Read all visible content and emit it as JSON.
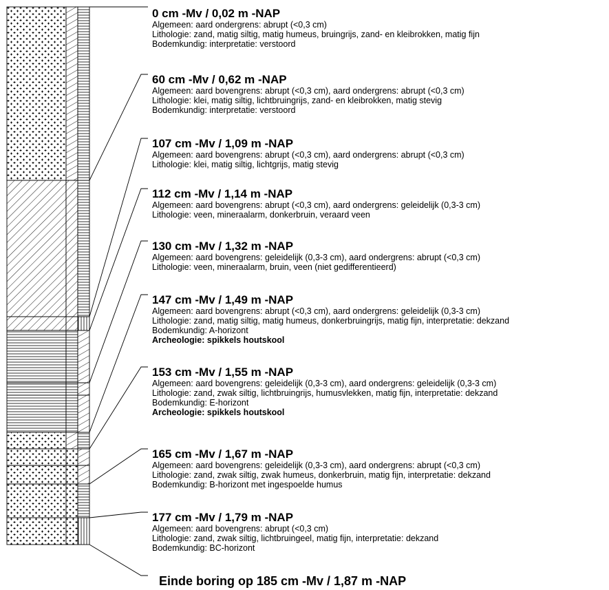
{
  "layers": [
    {
      "depth": "0 cm -Mv / 0,02 m -NAP",
      "lines": [
        {
          "text": "Algemeen: aard ondergrens: abrupt (<0,3 cm)",
          "bold": false
        },
        {
          "text": "Lithologie: zand, matig siltig, matig humeus, bruingrijs, zand- en kleibrokken, matig fijn",
          "bold": false
        },
        {
          "text": "Bodemkundig: interpretatie: verstoord",
          "bold": false
        }
      ]
    },
    {
      "depth": "60 cm -Mv / 0,62 m -NAP",
      "lines": [
        {
          "text": "Algemeen: aard bovengrens: abrupt (<0,3 cm), aard ondergrens: abrupt (<0,3 cm)",
          "bold": false
        },
        {
          "text": "Lithologie: klei, matig siltig, lichtbruingrijs, zand- en kleibrokken, matig stevig",
          "bold": false
        },
        {
          "text": "Bodemkundig: interpretatie: verstoord",
          "bold": false
        }
      ]
    },
    {
      "depth": "107 cm -Mv / 1,09 m -NAP",
      "lines": [
        {
          "text": "Algemeen: aard bovengrens: abrupt (<0,3 cm), aard ondergrens: abrupt (<0,3 cm)",
          "bold": false
        },
        {
          "text": "Lithologie: klei, matig siltig, lichtgrijs, matig stevig",
          "bold": false
        }
      ]
    },
    {
      "depth": "112 cm -Mv / 1,14 m -NAP",
      "lines": [
        {
          "text": "Algemeen: aard bovengrens: abrupt (<0,3 cm), aard ondergrens: geleidelijk (0,3-3 cm)",
          "bold": false
        },
        {
          "text": "Lithologie: veen, mineraalarm, donkerbruin, veraard veen",
          "bold": false
        }
      ]
    },
    {
      "depth": "130 cm -Mv / 1,32 m -NAP",
      "lines": [
        {
          "text": "Algemeen: aard bovengrens: geleidelijk (0,3-3 cm), aard ondergrens: abrupt (<0,3 cm)",
          "bold": false
        },
        {
          "text": "Lithologie: veen, mineraalarm, bruin, veen (niet gedifferentieerd)",
          "bold": false
        }
      ]
    },
    {
      "depth": "147 cm -Mv / 1,49 m -NAP",
      "lines": [
        {
          "text": "Algemeen: aard bovengrens: abrupt (<0,3 cm), aard ondergrens: geleidelijk (0,3-3 cm)",
          "bold": false
        },
        {
          "text": "Lithologie: zand, matig siltig, matig humeus, donkerbruingrijs, matig fijn, interpretatie: dekzand",
          "bold": false
        },
        {
          "text": "Bodemkundig: A-horizont",
          "bold": false
        },
        {
          "text": "Archeologie: spikkels houtskool",
          "bold": true
        }
      ]
    },
    {
      "depth": "153 cm -Mv / 1,55 m -NAP",
      "lines": [
        {
          "text": "Algemeen: aard bovengrens: geleidelijk (0,3-3 cm), aard ondergrens: geleidelijk (0,3-3 cm)",
          "bold": false
        },
        {
          "text": "Lithologie: zand, zwak siltig, lichtbruingrijs, humusvlekken, matig fijn, interpretatie: dekzand",
          "bold": false
        },
        {
          "text": "Bodemkundig: E-horizont",
          "bold": false
        },
        {
          "text": "Archeologie: spikkels houtskool",
          "bold": true
        }
      ]
    },
    {
      "depth": "165 cm -Mv / 1,67 m -NAP",
      "lines": [
        {
          "text": "Algemeen: aard bovengrens: geleidelijk (0,3-3 cm), aard ondergrens: abrupt (<0,3 cm)",
          "bold": false
        },
        {
          "text": "Lithologie: zand, zwak siltig, zwak humeus, donkerbruin, matig fijn, interpretatie: dekzand",
          "bold": false
        },
        {
          "text": "Bodemkundig: B-horizont met ingespoelde humus",
          "bold": false
        }
      ]
    },
    {
      "depth": "177 cm -Mv / 1,79 m -NAP",
      "lines": [
        {
          "text": "Algemeen: aard bovengrens: abrupt (<0,3 cm)",
          "bold": false
        },
        {
          "text": "Lithologie: zand, zwak siltig, lichtbruingeel, matig fijn, interpretatie: dekzand",
          "bold": false
        },
        {
          "text": "Bodemkundig: BC-horizont",
          "bold": false
        }
      ]
    }
  ],
  "end_label": "Einde boring op 185 cm -Mv / 1,87 m -NAP"
}
